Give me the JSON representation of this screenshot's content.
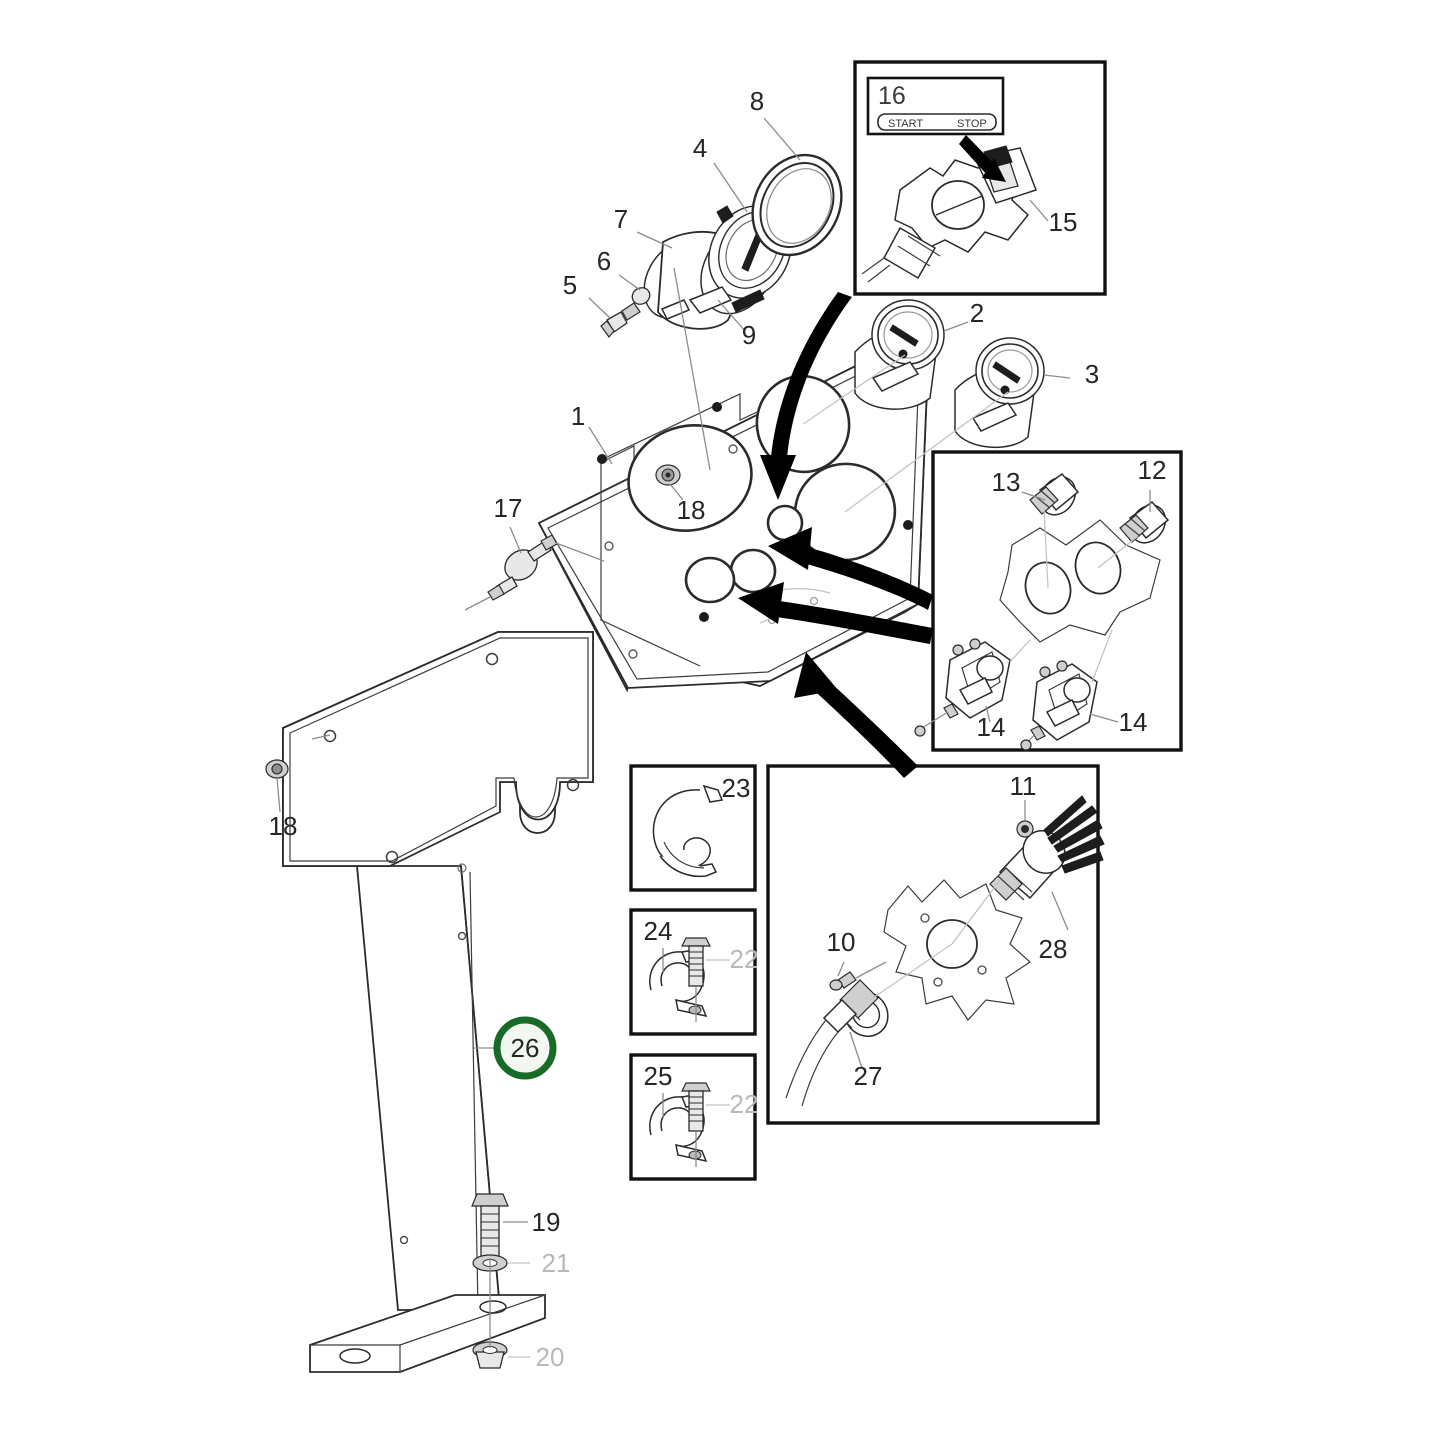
{
  "diagram": {
    "title": "Instrument Panel Pedestal Exploded Parts Diagram",
    "type": "exploded-parts-diagram",
    "highlight_color": "#186b27",
    "highlighted_part": "26"
  },
  "callouts": {
    "p1": "1",
    "p2": "2",
    "p3": "3",
    "p4": "4",
    "p5": "5",
    "p6": "6",
    "p7": "7",
    "p8": "8",
    "p9": "9",
    "p10": "10",
    "p11": "11",
    "p12": "12",
    "p13": "13",
    "p14a": "14",
    "p14b": "14",
    "p15": "15",
    "p16": "16",
    "p17": "17",
    "p18a": "18",
    "p18b": "18",
    "p19": "19",
    "p20": "20",
    "p21": "21",
    "p22a": "22",
    "p22b": "22",
    "p23": "23",
    "p24": "24",
    "p25": "25",
    "p26": "26",
    "p27": "27",
    "p28": "28"
  },
  "switch_label": {
    "start": "START",
    "stop": "STOP"
  },
  "insets": {
    "switch_box": "16",
    "sender_box": "12 / 13 / 14",
    "tie_box": "23",
    "clamp_box_a": "24 / 22",
    "clamp_box_b": "25 / 22",
    "connector_box": "10 / 11 / 27 / 28"
  }
}
